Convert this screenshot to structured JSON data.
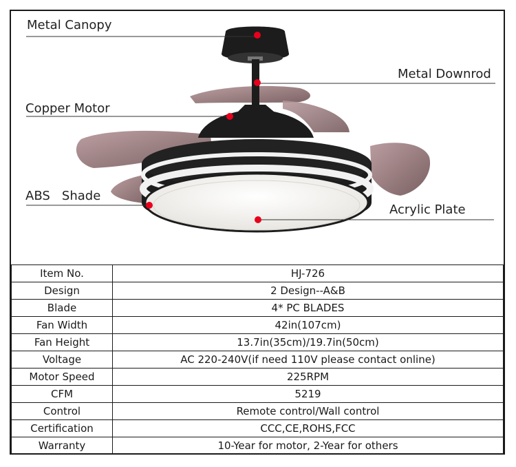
{
  "callouts": {
    "canopy": "Metal Canopy",
    "downrod": "Metal Downrod",
    "motor": "Copper Motor",
    "shade": "ABS   Shade",
    "plate": "Acrylic Plate"
  },
  "colors": {
    "fan_body": "#1c1c1c",
    "blade": "#8a6a6c",
    "marker": "#e8001c",
    "border": "#1a1a1a"
  },
  "specs": [
    {
      "label": "Item No.",
      "value": "HJ-726"
    },
    {
      "label": "Design",
      "value": "2 Design--A&B"
    },
    {
      "label": "Blade",
      "value": "4* PC BLADES"
    },
    {
      "label": "Fan Width",
      "value": "42in(107cm)"
    },
    {
      "label": "Fan Height",
      "value": "13.7in(35cm)/19.7in(50cm)"
    },
    {
      "label": "Voltage",
      "value": "AC 220-240V(if need 110V please contact online)"
    },
    {
      "label": "Motor Speed",
      "value": "225RPM"
    },
    {
      "label": "CFM",
      "value": "5219"
    },
    {
      "label": "Control",
      "value": "Remote control/Wall control"
    },
    {
      "label": "Certification",
      "value": "CCC,CE,ROHS,FCC"
    },
    {
      "label": "Warranty",
      "value": "10-Year for motor, 2-Year for others"
    }
  ]
}
